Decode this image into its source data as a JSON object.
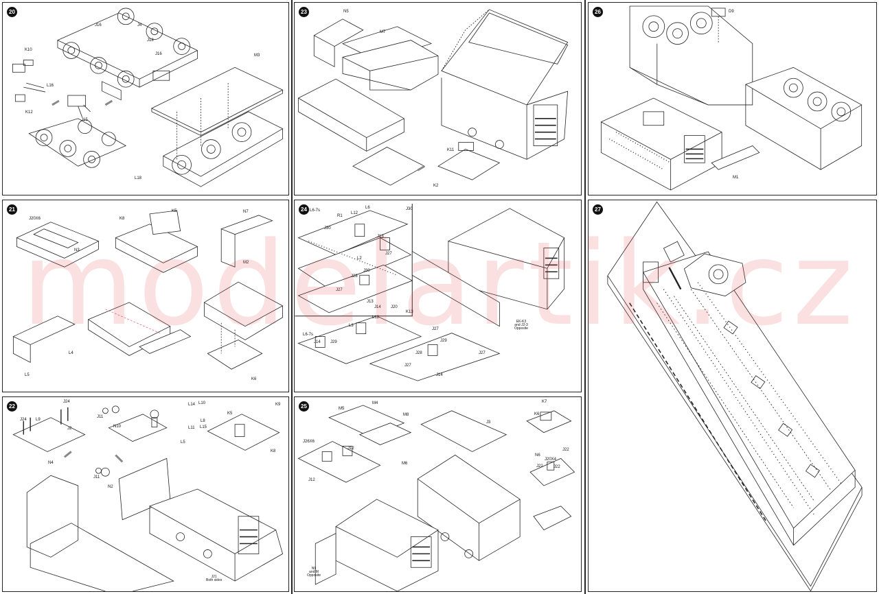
{
  "watermark": "modelartik.cz",
  "steps": [
    {
      "number": "20",
      "labels": [
        "J16",
        "J4",
        "J18",
        "J16",
        "M3",
        "K10",
        "L16",
        "K12",
        "J15",
        "L18"
      ]
    },
    {
      "number": "23",
      "labels": [
        "N5",
        "M7",
        "K11",
        "K2"
      ]
    },
    {
      "number": "26",
      "labels": [
        "D9",
        "M1"
      ]
    },
    {
      "number": "21",
      "labels": [
        "J20X6",
        "K8",
        "K5",
        "N7",
        "N3",
        "M2",
        "L4",
        "L5",
        "K6"
      ]
    },
    {
      "number": "24",
      "labels": [
        "L6-7s",
        "R1",
        "L12",
        "L6",
        "J30",
        "J30",
        "J13",
        "L2",
        "J27",
        "J28",
        "J30",
        "J27",
        "J13",
        "J14",
        "J20",
        "L6-7s",
        "J14",
        "J29",
        "L3",
        "L12",
        "K13",
        "J27",
        "J29",
        "J28",
        "J27",
        "J14",
        "J27"
      ],
      "callout": "EK-K3\nand J2-3\nOpposite"
    },
    {
      "number": "27",
      "labels": []
    },
    {
      "number": "22",
      "labels": [
        "J24",
        "J24",
        "L9",
        "J2",
        "N4",
        "J11",
        "N10",
        "L14",
        "L10",
        "L11",
        "L8",
        "L15",
        "L5",
        "K5",
        "K9",
        "K8",
        "J11",
        "N2"
      ],
      "callout": "J21\nBoth sides"
    },
    {
      "number": "25",
      "labels": [
        "M5",
        "M4",
        "M8",
        "J26X6",
        "J12",
        "J12",
        "M6",
        "J3",
        "K7",
        "K6",
        "N6",
        "J20X4",
        "J22",
        "J22",
        "J22"
      ],
      "callout": "N9\nand M\nOpposite"
    }
  ],
  "colors": {
    "line": "#222222",
    "watermark": "#e24646",
    "badge": "#111111"
  }
}
